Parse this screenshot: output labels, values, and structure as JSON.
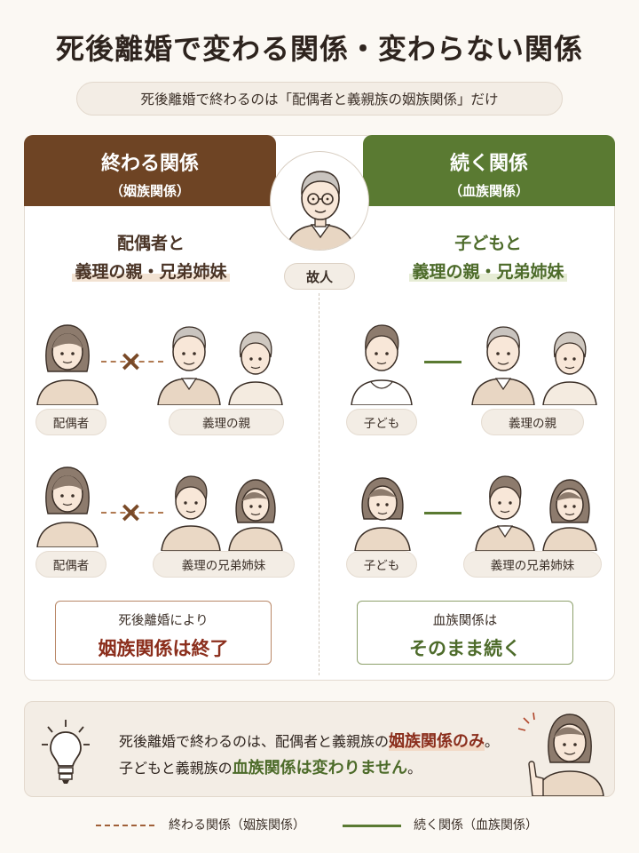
{
  "title": "死後離婚で変わる関係・変わらない関係",
  "subtitle": "死後離婚で終わるのは「配偶者と義親族の姻族関係」だけ",
  "left_header": {
    "main": "終わる関係",
    "sub": "（姻族関係）"
  },
  "right_header": {
    "main": "続く関係",
    "sub": "（血族関係）"
  },
  "deceased": {
    "label": "故人"
  },
  "left_heading": {
    "line1": "配偶者と",
    "line2": "義理の親・兄弟姉妹"
  },
  "right_heading": {
    "line1": "子どもと",
    "line2": "義理の親・兄弟姉妹"
  },
  "left_rows": [
    {
      "a": "配偶者",
      "b": "義理の親",
      "connector": "×"
    },
    {
      "a": "配偶者",
      "b": "義理の兄弟姉妹",
      "connector": "×"
    }
  ],
  "right_rows": [
    {
      "a": "子ども",
      "b": "義理の親"
    },
    {
      "a": "子ども",
      "b": "義理の兄弟姉妹"
    }
  ],
  "left_result": {
    "sub": "死後離婚により",
    "main": "姻族関係は終了"
  },
  "right_result": {
    "sub": "血族関係は",
    "main": "そのまま続く"
  },
  "note": {
    "line1_pre": "死後離婚で終わるのは、配偶者と義親族の",
    "line1_em": "姻族関係のみ",
    "line1_post": "。",
    "line2_pre": "子どもと義親族の",
    "line2_em": "血族関係は変わりません",
    "line2_post": "。"
  },
  "legend": {
    "dashed": "終わる関係（姻族関係）",
    "solid": "続く関係（血族関係）"
  },
  "icons": [
    "lightbulb-icon",
    "pointing-woman-icon"
  ],
  "colors": {
    "brown": "#6e4424",
    "green": "#5a7a32",
    "accent_red": "#8b2e1c"
  }
}
